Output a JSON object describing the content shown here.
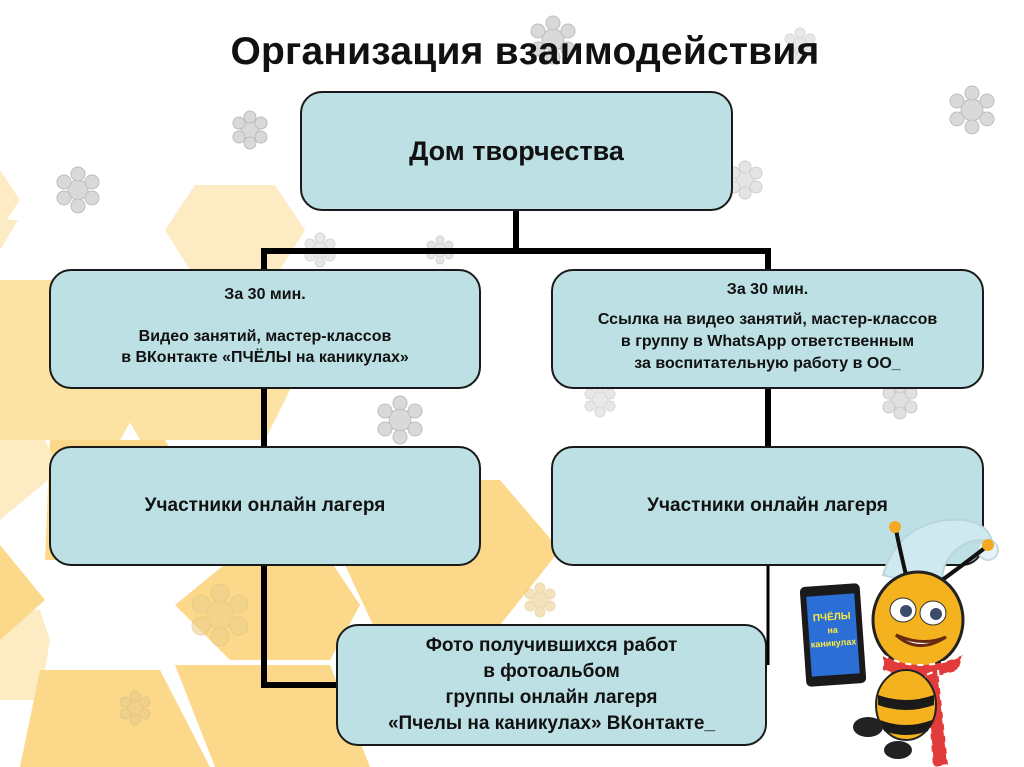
{
  "slide": {
    "title": "Организация взаимодействия",
    "colors": {
      "box_fill": "#bde0e4",
      "box_border": "#1a1a1a",
      "connector": "#000000",
      "honeycomb": "#fcd98a",
      "honeycomb_light": "#fdebc4",
      "snowflake": "#d7d7d7"
    }
  },
  "diagram": {
    "root": {
      "label": "Дом творчества"
    },
    "left_branch": {
      "info_box": {
        "time": "За 30 мин.",
        "line1": "Видео занятий, мастер-классов",
        "line2": "в ВКонтакте «ПЧЁЛЫ на каникулах»"
      },
      "participants_box": {
        "label": "Участники онлайн лагеря"
      }
    },
    "right_branch": {
      "info_box": {
        "time": "За 30 мин.",
        "line1": "Ссылка на видео занятий, мастер-классов",
        "line2": "в группу в WhatsApp ответственным",
        "line3": "за воспитательную работу в ОО_"
      },
      "participants_box": {
        "label": "Участники онлайн лагеря"
      }
    },
    "result_box": {
      "line1": "Фото получившихся работ",
      "line2": "в фотоальбом",
      "line3": "группы онлайн лагеря",
      "line4": "«Пчелы на каникулах» ВКонтакте_"
    }
  },
  "mascot": {
    "description": "bee-mascot-with-phone",
    "phone_screen": {
      "line1": "ПЧЁЛЫ",
      "line2": "на",
      "line3": "каникулах"
    }
  }
}
